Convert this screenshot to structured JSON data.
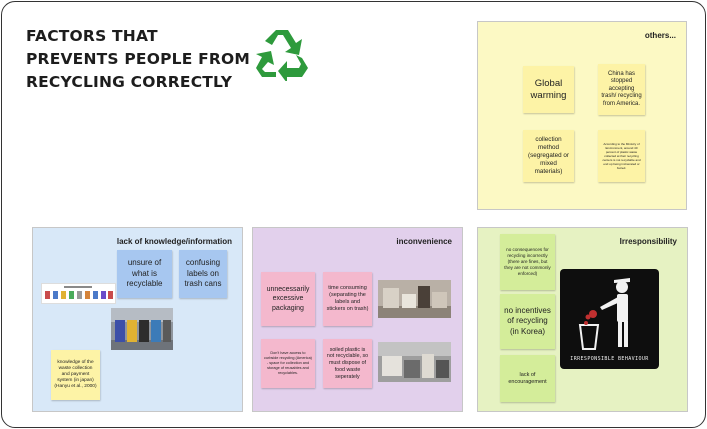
{
  "title": "FACTORS THAT PREVENTS PEOPLE FROM RECYCLING CORRECTLY",
  "colors": {
    "others_bg": "#fcf9c4",
    "knowledge_bg": "#d8e8f8",
    "inconvenience_bg": "#e2d0ec",
    "irresponsibility_bg": "#e6f2c2",
    "sticky_yellow": "#fdf3a6",
    "sticky_blue": "#a7c7f0",
    "sticky_pink": "#f4b8cd",
    "sticky_green": "#d4ed9a",
    "recycle_green": "#2e9a3c"
  },
  "icons": [
    "recycle-icon",
    "irresponsible-behaviour-image"
  ],
  "sections": {
    "others": {
      "label": "others...",
      "notes": {
        "global_warming": "Global warming",
        "china": "China has stopped accepting trash/ recycling from America.",
        "collection_method": "collection method (segregated or mixed materials)",
        "ministry": "According to the Ministry of Environment, around 40 percent of plastic waste collected at their recycling centers is not recyclable and end up being incinerated or buried."
      }
    },
    "knowledge": {
      "label": "lack of  knowledge/information",
      "notes": {
        "unsure": "unsure of what is recyclable",
        "confusing": "confusing labels on trash cans",
        "payment": "knowledge of the waste collection and payment system (in japan) (Hanyu et al., 2000)"
      }
    },
    "inconvenience": {
      "label": "inconvenience",
      "notes": {
        "packaging": "unnecessarily excessive packaging",
        "time": "time consuming (separating the labels and stickers on trash)",
        "access": "Don't have access to curbside recycling (America) - space for collection and storage of reusables and recyclables.",
        "soiled": "soiled plastic is not recyclable, so must dispose of food waste seperately"
      }
    },
    "irresponsibility": {
      "label": "Irresponsibility",
      "notes": {
        "consequences": "no consequences for recycling incorrectly (there are fines, but they are not commonly enforced)",
        "incentives": "no incentives of recycling (in Korea)",
        "encouragement": "lack of encouragement"
      },
      "image_caption": "IRRESPONSIBLE BEHAVIOUR"
    }
  }
}
